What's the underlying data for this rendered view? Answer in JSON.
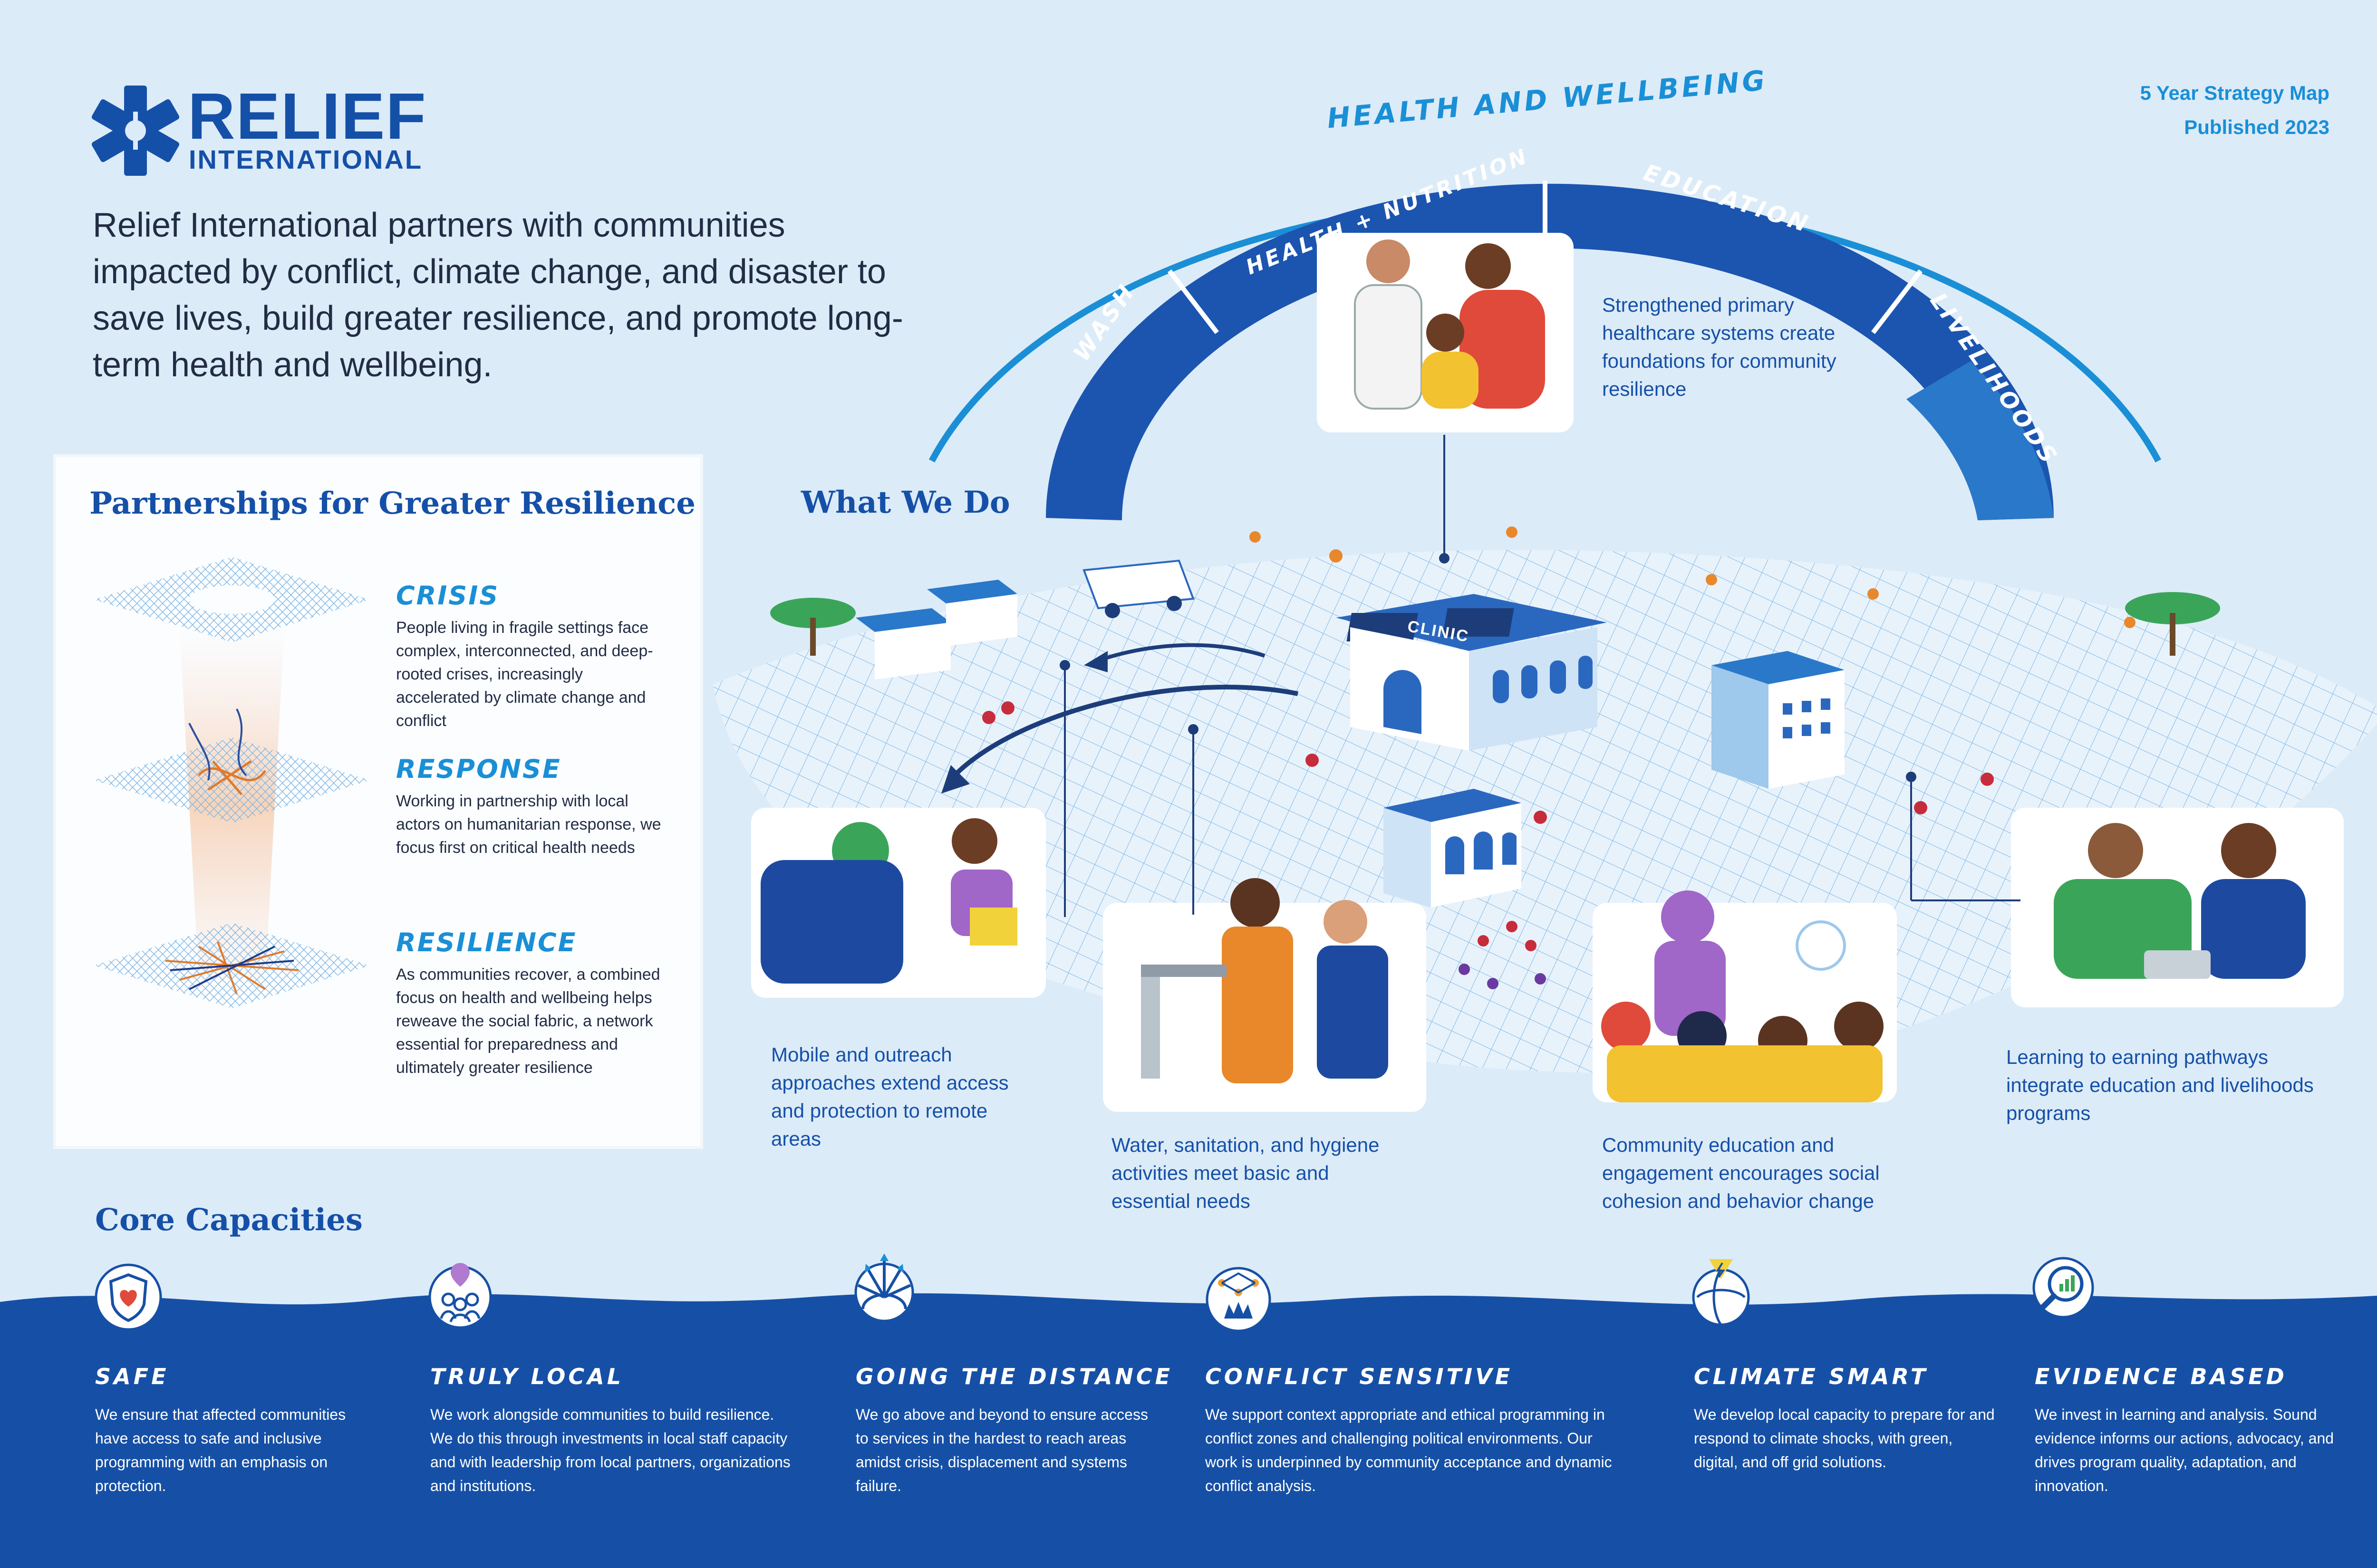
{
  "brand": {
    "name": "RELIEF",
    "sub": "INTERNATIONAL",
    "color": "#1550a8"
  },
  "meta": {
    "line1": "5 Year Strategy Map",
    "line2": "Published 2023"
  },
  "intro": "Relief International partners with communities impacted by conflict, climate change, and disaster to save lives, build greater resilience, and promote long-term health and wellbeing.",
  "arch": {
    "outer": "HEALTH AND WELLBEING",
    "segments": [
      "WASH",
      "HEALTH + NUTRITION",
      "EDUCATION",
      "LIVELIHOODS"
    ]
  },
  "partnerships": {
    "title": "Partnerships for Greater Resilience",
    "phases": [
      {
        "title": "CRISIS",
        "text": "People living in fragile settings face complex, interconnected, and deep-rooted crises, increasingly accelerated by climate change and conflict"
      },
      {
        "title": "RESPONSE",
        "text": "Working in partnership with local actors on humanitarian response, we focus first on critical health needs"
      },
      {
        "title": "RESILIENCE",
        "text": "As communities recover, a combined focus on health and wellbeing helps reweave the social fabric, a network essential for preparedness and ultimately greater resilience"
      }
    ]
  },
  "what_we_do": {
    "title": "What We Do",
    "clinic_sign": "CLINIC",
    "callouts": {
      "healthcare": "Strengthened primary healthcare systems create foundations for community resilience",
      "mobile": "Mobile and outreach approaches extend access and protection to remote areas",
      "wash": "Water, sanitation, and hygiene activities meet basic and essential needs",
      "community": "Community education and engagement encourages social cohesion and behavior change",
      "learning": "Learning to earning pathways integrate education and livelihoods programs"
    }
  },
  "core": {
    "title": "Core Capacities",
    "items": [
      {
        "title": "SAFE",
        "icon": "shield-heart-icon",
        "text": "We ensure that affected communities have access to safe and inclusive programming with an emphasis on protection."
      },
      {
        "title": "TRULY LOCAL",
        "icon": "community-pin-icon",
        "text": "We work alongside communities to build resilience. We do this through investments in local staff capacity and with leadership from local partners, organizations and institutions."
      },
      {
        "title": "GOING THE DISTANCE",
        "icon": "arrows-outward-icon",
        "text": "We go above and beyond to ensure access to services in the hardest to reach areas amidst crisis, displacement and systems failure."
      },
      {
        "title": "CONFLICT SENSITIVE",
        "icon": "network-burst-icon",
        "text": "We support context appropriate and ethical programming in conflict zones and challenging political environments. Our work is underpinned by community acceptance and dynamic conflict analysis."
      },
      {
        "title": "CLIMATE SMART",
        "icon": "globe-lightning-icon",
        "text": "We develop local capacity to prepare for and respond to climate shocks, with green, digital, and off grid solutions."
      },
      {
        "title": "EVIDENCE BASED",
        "icon": "magnifier-chart-icon",
        "text": "We invest in learning and analysis. Sound evidence informs our actions, advocacy, and drives program quality, adaptation, and innovation."
      }
    ]
  },
  "colors": {
    "background": "#dcebf8",
    "navy": "#1550a8",
    "accent": "#1a8fd6",
    "ocean": "#1650a6"
  }
}
